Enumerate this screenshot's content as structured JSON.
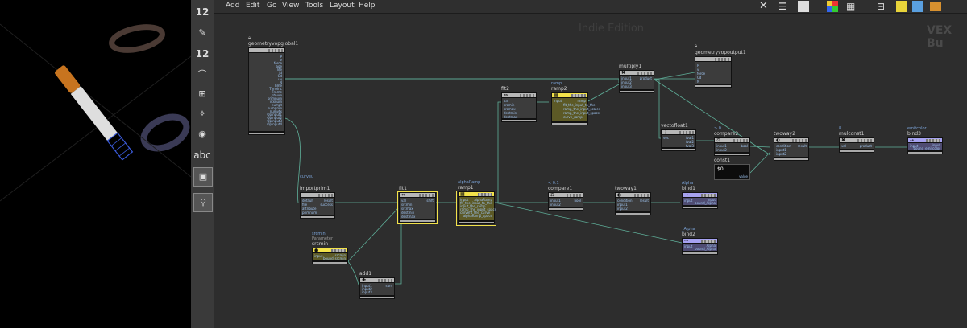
{
  "toolbar": {
    "count_a": "12",
    "count_b": "12",
    "text_tool": "abc"
  },
  "menu": [
    "Add",
    "Edit",
    "Go",
    "View",
    "Tools",
    "Layout",
    "Help"
  ],
  "watermarks": {
    "edition": "Indie Edition",
    "context": "VEX Bu"
  },
  "colors": {
    "yellow_node": "#f2e24a",
    "purple_node": "#a6a2f0",
    "wire": "#5fb09a",
    "port": "#6fa8e8"
  },
  "nodes": {
    "geometryvopglobal1": {
      "name": "geometryvopglobal1",
      "ports": [
        "P",
        "v",
        "force",
        "age",
        "life",
        "id",
        "Cd",
        "uv",
        "N",
        "Time",
        "TimeInc",
        "Frame",
        "ptnum",
        "primnum",
        "vtxnum",
        "numpt",
        "numprim",
        "numvtx",
        "OpInput1",
        "OpInput2",
        "OpInput3",
        "OpInput4"
      ]
    },
    "multiply1": {
      "name": "multiply1",
      "ports": [
        "input1",
        "input2",
        "input3"
      ],
      "out": "product"
    },
    "geometryvopoutput1": {
      "name": "geometryvopoutput1",
      "ports": [
        "P",
        "v",
        "force",
        "Cd",
        "N"
      ]
    },
    "fit2": {
      "name": "fit2",
      "ports": [
        "val",
        "srcmin",
        "srcmax",
        "destmin",
        "destmax"
      ]
    },
    "ramp2": {
      "sub": "ramp",
      "name": "ramp2",
      "ports": [
        "input",
        "ramp",
        "fit_the_input_to_the",
        "ramp_the_input_scales",
        "ramp_the_input_space",
        "curve_ramp"
      ],
      "out": "ramp"
    },
    "vectofloat1": {
      "name": "vectofloat1",
      "ports": [
        "vec"
      ],
      "outs": [
        "fval1",
        "fval2",
        "fval3"
      ]
    },
    "compare2": {
      "sub": "> 0",
      "name": "compare2",
      "ports": [
        "input1",
        "input2"
      ],
      "out": "bool"
    },
    "const1": {
      "name": "const1",
      "value": "$0",
      "out": "value"
    },
    "twoway2": {
      "name": "twoway2",
      "ports": [
        "condition",
        "input1",
        "input2"
      ],
      "out": "result"
    },
    "mulconst1": {
      "sub": "8",
      "name": "mulconst1",
      "ports": [
        "val"
      ],
      "out": "product"
    },
    "bind3": {
      "sub": "emitcolor",
      "name": "bind3",
      "ports": [
        "input"
      ],
      "outs": [
        "input",
        "bound_emitcolor"
      ]
    },
    "importprim1": {
      "sub": "curveu",
      "name": "importprim1",
      "ports": [
        "default",
        "file",
        "attribute",
        "primnum"
      ],
      "outs": [
        "result",
        "success"
      ]
    },
    "fit1": {
      "name": "fit1",
      "ports": [
        "val",
        "srcmin",
        "srcmax",
        "destmin",
        "destmax"
      ],
      "out": "shift"
    },
    "ramp1": {
      "sub": "alphaRamp",
      "name": "ramp1",
      "ports": [
        "input",
        "alphaRamp",
        "fit_the_input_to_the",
        "input_the_ramp",
        "ramp_the_input_space",
        "curvefit_the_curve",
        "alphaRamp_space"
      ],
      "out": "alphaRamp"
    },
    "compare1": {
      "sub": "< 0.1",
      "name": "compare1",
      "ports": [
        "input1",
        "input2"
      ],
      "out": "bool"
    },
    "twoway1": {
      "name": "twoway1",
      "ports": [
        "condition",
        "input1",
        "input2"
      ],
      "out": "result"
    },
    "bind1": {
      "sub": "Alpha",
      "name": "bind1",
      "ports": [
        "input"
      ],
      "outs": [
        "input",
        "bound_Alpha"
      ]
    },
    "bind2": {
      "sub": "_Alpha",
      "name": "bind2",
      "ports": [
        "input"
      ],
      "outs": [
        "Alpha",
        "bound_Alpha"
      ]
    },
    "srcmin": {
      "sub": "srcmin",
      "sub2": "Parameter",
      "name": "srcmin",
      "ports": [
        "input"
      ],
      "outs": [
        "srcmin",
        "bound_srcmin"
      ]
    },
    "add1": {
      "name": "add1",
      "ports": [
        "input1",
        "input2",
        "input3"
      ],
      "out": "sum"
    }
  }
}
